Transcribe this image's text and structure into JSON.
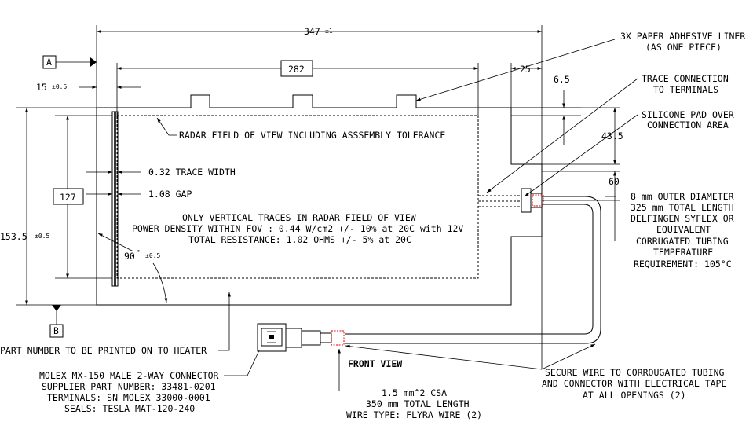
{
  "dimensions": {
    "overall_length": "347",
    "overall_length_tol": "±1",
    "fov_length": "282",
    "right_offset": "25",
    "left_offset": "15",
    "left_offset_tol": "±0.5",
    "top_tab": "6.5",
    "connector_area_height": "43.5",
    "connector_offset": "60",
    "fov_height": "127",
    "overall_height": "153.5",
    "overall_height_tol": "±0.5",
    "angle": "90",
    "angle_deg": "°",
    "angle_tol": "±0.5"
  },
  "datums": {
    "a": "A",
    "b": "B"
  },
  "notes": {
    "paper_liner_1": "3X PAPER ADHESIVE LINER",
    "paper_liner_2": "(AS ONE PIECE)",
    "trace_connection_1": "TRACE CONNECTION",
    "trace_connection_2": "TO TERMINALS",
    "silicone_pad_1": "SILICONE PAD OVER",
    "silicone_pad_2": "CONNECTION AREA",
    "radar_fov": "RADAR FIELD OF VIEW INCLUDING ASSSEMBLY TOLERANCE",
    "trace_width": "0.32  TRACE WIDTH",
    "gap": "1.08  GAP",
    "center_1": "ONLY VERTICAL TRACES IN RADAR FIELD OF VIEW",
    "center_2": "POWER DENSITY WITHIN FOV : 0.44 W/cm2 +/- 10% at 20C with 12V",
    "center_3": "TOTAL RESISTANCE: 1.02 OHMS +/- 5% at 20C",
    "tubing_1": "8 mm OUTER DIAMETER",
    "tubing_2": "325 mm TOTAL LENGTH",
    "tubing_3": "DELFINGEN SYFLEX OR",
    "tubing_4": "EQUIVALENT",
    "tubing_5": "CORRUGATED TUBING",
    "tubing_6": "TEMPERATURE",
    "tubing_7": "REQUIREMENT: 105°C",
    "part_number": "PART NUMBER TO BE PRINTED ON TO HEATER",
    "connector_1": "MOLEX MX-150 MALE 2-WAY CONNECTOR",
    "connector_2": "SUPPLIER PART NUMBER: 33481-0201",
    "connector_3": "TERMINALS: SN MOLEX 33000-0001",
    "connector_4": "SEALS: TESLA MAT-120-240",
    "front_view": "FRONT VIEW",
    "wire_1": "1.5 mm^2 CSA",
    "wire_2": "350 mm TOTAL LENGTH",
    "wire_3": "WIRE TYPE: FLYRA WIRE (2)",
    "secure_1": "SECURE WIRE TO CORROUGATED TUBING",
    "secure_2": "AND CONNECTOR WITH ELECTRICAL TAPE",
    "secure_3": "AT ALL OPENINGS (2)"
  }
}
